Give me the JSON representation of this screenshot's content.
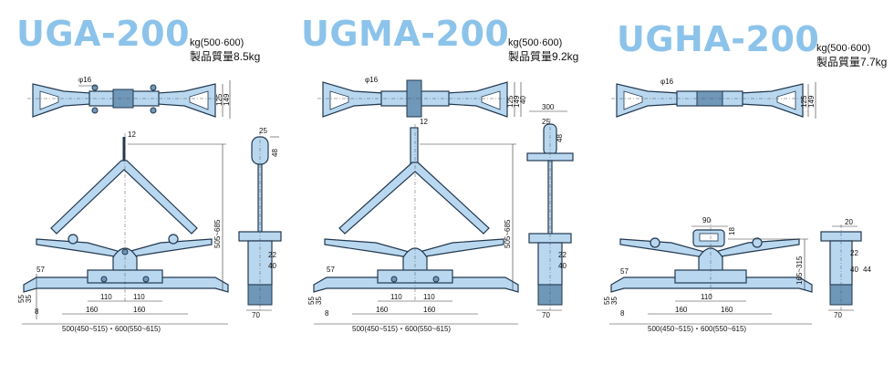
{
  "products": [
    {
      "model": "UGA-200",
      "capacity": "kg(500·600)",
      "weight": "製品質量8.5kg",
      "dims": {
        "hole": "φ16",
        "side_a": "125",
        "side_b": "149",
        "shackle_w": "12",
        "head_w": "25",
        "head_h": "48",
        "range": "505~685",
        "d22": "22",
        "d40": "40",
        "d57": "57",
        "d55": "55",
        "d35": "35",
        "d8": "8",
        "d110a": "110",
        "d110b": "110",
        "d160a": "160",
        "d160b": "160",
        "d70": "70",
        "span": "500(450~515)・600(550~615)"
      }
    },
    {
      "model": "UGMA-200",
      "capacity": "kg(500·600)",
      "weight": "製品質量9.2kg",
      "dims": {
        "hole": "φ16",
        "side_a": "125",
        "side_b": "149",
        "side_c": "40",
        "shackle_w": "12",
        "top_w": "300",
        "head_w": "25",
        "head_h": "48",
        "range": "505~685",
        "d22": "22",
        "d40": "40",
        "d57": "57",
        "d55": "55",
        "d35": "35",
        "d8": "8",
        "d110a": "110",
        "d110b": "110",
        "d160a": "160",
        "d160b": "160",
        "d70": "70",
        "span": "500(450~515)・600(550~615)"
      }
    },
    {
      "model": "UGHA-200",
      "capacity": "kg(500·600)",
      "weight": "製品質量7.7kg",
      "dims": {
        "hole": "φ16",
        "side_a": "125",
        "side_b": "149",
        "top_w": "90",
        "top_h": "18",
        "head_w": "20",
        "range": "165~315",
        "d22": "22",
        "d40": "40",
        "d44": "44",
        "d57": "57",
        "d55": "55",
        "d35": "35",
        "d8": "8",
        "d110a": "110",
        "d160a": "160",
        "d160b": "160",
        "d70": "70",
        "span": "500(450~515)・600(550~615)"
      }
    }
  ],
  "colors": {
    "title": "#8cc3ea",
    "part_fill": "#b9d8f0",
    "part_stroke": "#22384f",
    "line": "#333333"
  }
}
